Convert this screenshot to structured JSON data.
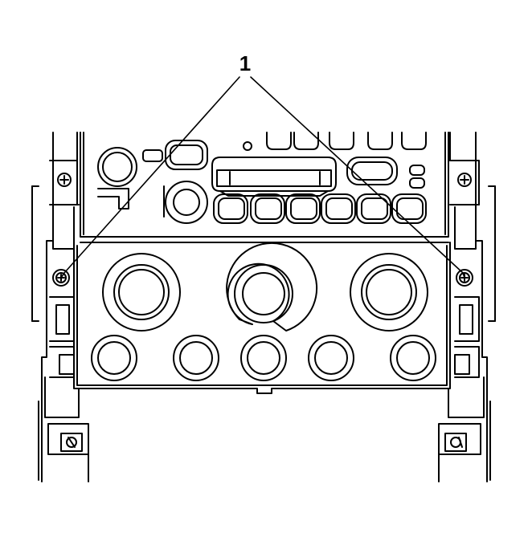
{
  "callout": {
    "label": "1"
  },
  "colors": {
    "line": "#000000",
    "background": "#ffffff"
  },
  "parts": {
    "upper_unit": "radio-head-unit",
    "lower_unit": "hvac-control-panel",
    "fasteners": [
      "left-screw",
      "right-screw"
    ]
  }
}
